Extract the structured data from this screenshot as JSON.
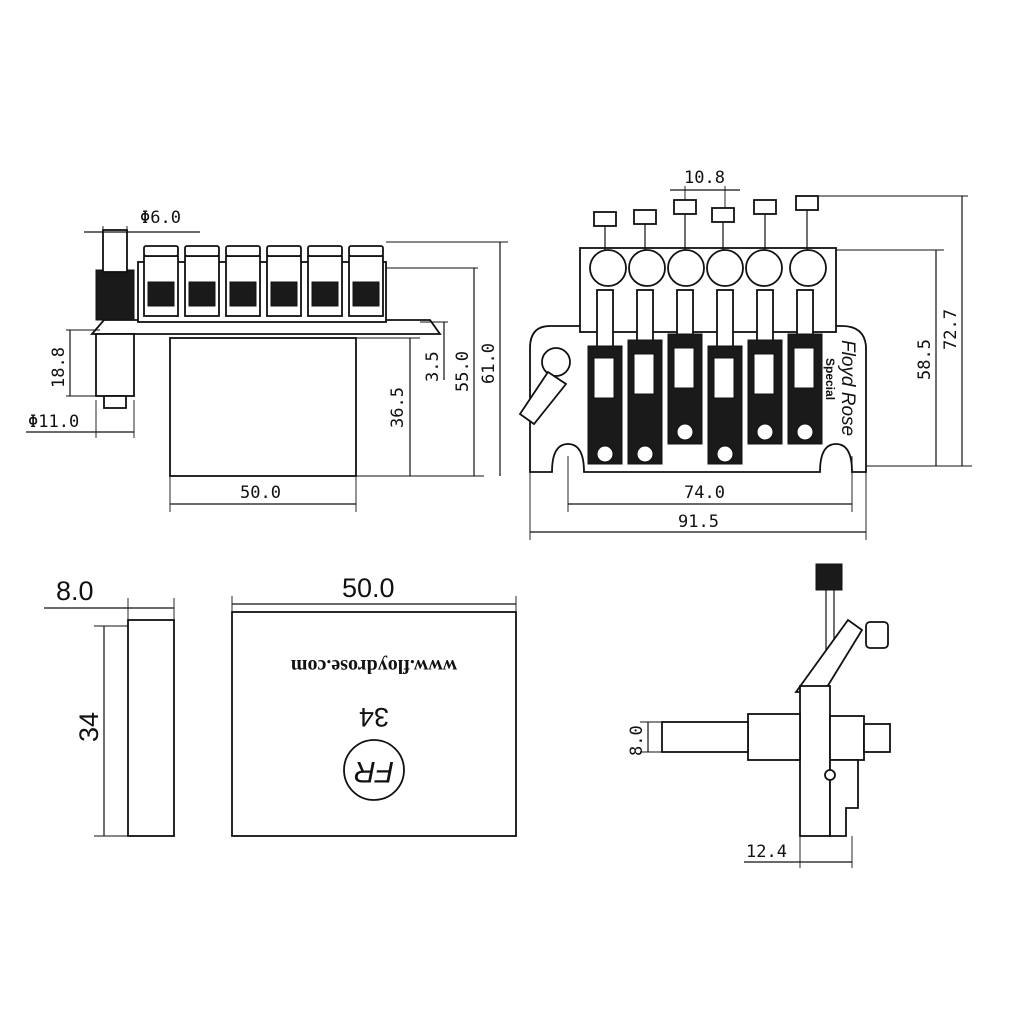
{
  "drawing": {
    "top_left_view": {
      "dims": {
        "phi_6_0": "Φ6.0",
        "d_18_8": "18.8",
        "phi_11_0": "Φ11.0",
        "d_36_5": "36.5",
        "d_3_5": "3.5",
        "d_55_0": "55.0",
        "d_61_0": "61.0",
        "d_50_0": "50.0"
      }
    },
    "top_right_view": {
      "dims": {
        "d_10_8": "10.8",
        "d_58_5": "58.5",
        "d_72_7": "72.7",
        "d_74_0": "74.0",
        "d_91_5": "91.5"
      },
      "brand_line1": "Floyd Rose",
      "brand_line2": "Special"
    },
    "block_side_view": {
      "dims": {
        "d_8_0": "8.0",
        "d_34": "34"
      }
    },
    "block_front_view": {
      "dims": {
        "d_50_0": "50.0"
      },
      "url_text": "www.floydrose.com",
      "block_number": "34",
      "logo_text": "FR"
    },
    "side_profile_view": {
      "dims": {
        "d_8_0": "8.0",
        "d_12_4": "12.4"
      }
    }
  }
}
